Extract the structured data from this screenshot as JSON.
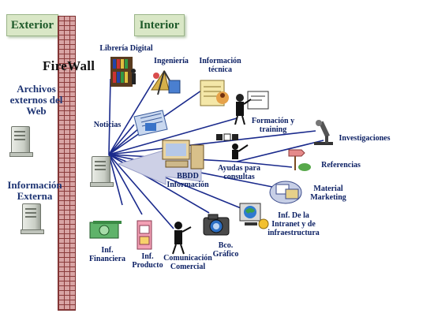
{
  "zones": {
    "exterior": "Exterior",
    "interior": "Interior"
  },
  "firewall": "FireWall",
  "left": {
    "archivos": "Archivos\nexternos del\nWeb",
    "informacion_externa": "Información\nExterna"
  },
  "nodes": {
    "libreria": "Librería Digital",
    "ingenieria": "Ingeniería",
    "informacion_tecnica": "Información\ntécnica",
    "noticias": "Noticias",
    "formacion": "Formación y\ntraining",
    "investigaciones": "Investigaciones",
    "referencias": "Referencias",
    "ayudas": "Ayudas para\nconsultas",
    "bbdd": "BBDD\nInformación",
    "material_marketing": "Material\nMarketing",
    "intranet": "Inf. De la\nIntranet y de\ninfraestructura",
    "financiera": "Inf.\nFinanciera",
    "producto": "Inf.\nProducto",
    "comunicacion": "Comunicación\nComercial",
    "grafico": "Bco.\nGráfico"
  },
  "colors": {
    "line": "#1a2a8c",
    "label": "#0b1f63",
    "zone_bg": "#d9e7c6",
    "zone_text": "#1e5a2a",
    "brick": "#d8a4a4"
  }
}
